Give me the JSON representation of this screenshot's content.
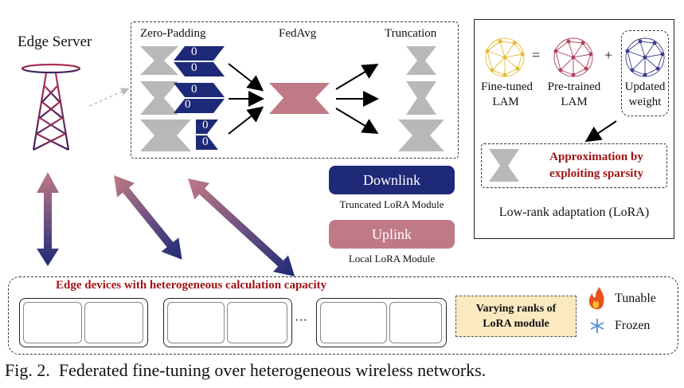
{
  "edge_server": {
    "label": "Edge Server"
  },
  "server_panel": {
    "zero_padding_label": "Zero-Padding",
    "fedavg_label": "FedAvg",
    "truncation_label": "Truncation",
    "zero_symbol": "0"
  },
  "legend": {
    "downlink_label": "Downlink",
    "downlink_caption": "Truncated LoRA Module",
    "uplink_label": "Uplink",
    "uplink_caption": "Local LoRA Module"
  },
  "lora_panel": {
    "equals": "=",
    "plus": "+",
    "fine_tuned_line1": "Fine-tuned",
    "fine_tuned_line2": "LAM",
    "pretrained_line1": "Pre-trained",
    "pretrained_line2": "LAM",
    "updated_line1": "Updated",
    "updated_line2": "weight",
    "approx_line1": "Approximation by",
    "approx_line2": "exploiting sparsity",
    "title": "Low-rank adaptation (LoRA)"
  },
  "edge_devices": {
    "title": "Edge devices with heterogeneous calculation capacity",
    "ellipsis": "···",
    "ranks_line1": "Varying ranks of",
    "ranks_line2": "LoRA module",
    "tunable_label": "Tunable",
    "frozen_label": "Frozen"
  },
  "caption": "Fig. 2.  Federated fine-tuning over heterogeneous wireless networks.",
  "colors": {
    "downlink": "#1e2a78",
    "uplink": "#c07a86",
    "module_gray": "#b8b8b8",
    "approx_red": "#a01414",
    "network_gold": "#e8b830",
    "network_pink": "#b0405a",
    "network_blue": "#3c3c8c",
    "tower": "#8a2050",
    "ranks_fill": "#fbeac1"
  },
  "icons": {
    "tower": "radio-tower-icon",
    "fire": "fire-icon",
    "snowflake": "snowflake-icon",
    "network": "neural-network-sphere-icon"
  }
}
